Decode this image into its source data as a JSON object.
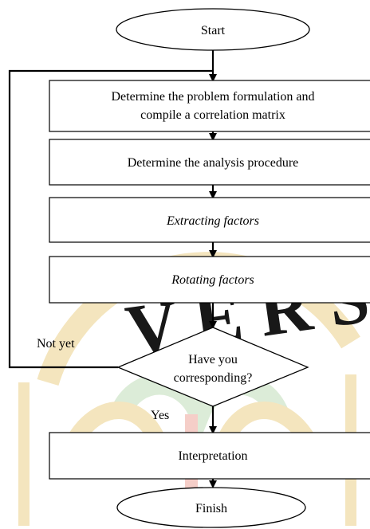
{
  "flowchart": {
    "start": "Start",
    "step1_line1": "Determine the problem formulation and",
    "step1_line2": "compile a correlation matrix",
    "step2": "Determine the analysis procedure",
    "step3": "Extracting factors",
    "step4": "Rotating factors",
    "decision_line1": "Have you",
    "decision_line2": "corresponding?",
    "no_label": "Not yet",
    "yes_label": "Yes",
    "step5": "Interpretation",
    "finish": "Finish"
  },
  "colors": {
    "stroke": "#000000",
    "watermark_gold": "#f3e3b8",
    "watermark_red": "#f4c9c3",
    "watermark_green": "#d9ead4"
  }
}
